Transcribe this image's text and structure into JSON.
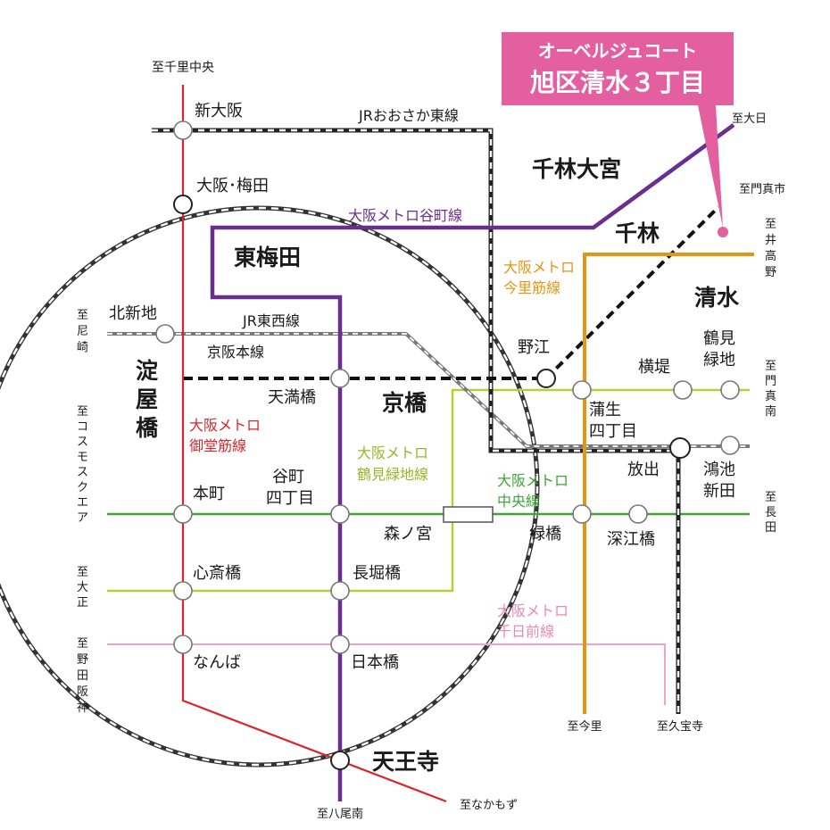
{
  "banner": {
    "line1": "オーベルジュコート",
    "line2": "旭区清水３丁目",
    "color": "#e35f9f"
  },
  "colors": {
    "tanimachi": "#6a2f8c",
    "midosuji": "#d9262b",
    "imazatosuji": "#e69512",
    "nagahori_tsurumi": "#b8cf3a",
    "chuo": "#3fa535",
    "sennichimae": "#f0a3c2",
    "jr": "#333333"
  },
  "lines": {
    "jr_osaka_higashi": "JRおおさか東線",
    "tanimachi": "大阪メトロ谷町線",
    "imazatosuji": [
      "大阪メトロ",
      "今里筋線"
    ],
    "jr_tozai": "JR東西線",
    "keihan": "京阪本線",
    "midosuji": [
      "大阪メトロ",
      "御堂筋線"
    ],
    "nagahori_tsurumi": [
      "大阪メトロ",
      "鶴見緑地線"
    ],
    "chuo": [
      "大阪メトロ",
      "中央線"
    ],
    "sennichimae": [
      "大阪メトロ",
      "千日前線"
    ]
  },
  "stations": {
    "shin_osaka": "新大阪",
    "umeda": "大阪･梅田",
    "higashi_umeda": "東梅田",
    "kitashinchi": "北新地",
    "tenmabashi": "天満橋",
    "kyobashi": "京橋",
    "yodoyabashi": [
      "淀",
      "屋",
      "橋"
    ],
    "honmachi": "本町",
    "tanimachi4": [
      "谷町",
      "四丁目"
    ],
    "morinomiya": "森ノ宮",
    "shinsaibashi": "心斎橋",
    "nagahoribashi": "長堀橋",
    "namba": "なんば",
    "nipponbashi": "日本橋",
    "tennoji": "天王寺",
    "sembayashi_omiya": "千林大宮",
    "sembayashi": "千林",
    "shimizu": "清水",
    "noe": "野江",
    "yokozutsumi": "横堤",
    "tsurumi_ryokuchi": [
      "鶴見",
      "緑地"
    ],
    "gamo4": [
      "蒲生",
      "四丁目"
    ],
    "hanaten": "放出",
    "konoike_shinden": [
      "鴻池",
      "新田"
    ],
    "midoribashi": "緑橋",
    "fukaebashi": "深江橋"
  },
  "destinations": {
    "senri_chuo": "至千里中央",
    "dainichi": "至大日",
    "kadoma_1": "至門真市",
    "igano": [
      "至",
      "井",
      "高",
      "野"
    ],
    "amagasaki": [
      "至",
      "尼",
      "崎"
    ],
    "cosmosquare": [
      "至",
      "コ",
      "ス",
      "モ",
      "ス",
      "ク",
      "エ",
      "ア"
    ],
    "kadoma_2": [
      "至",
      "門",
      "真",
      "南"
    ],
    "nagata": [
      "至",
      "長",
      "田"
    ],
    "taisho": [
      "至",
      "大",
      "正"
    ],
    "noda_hanshin": [
      "至",
      "野",
      "田",
      "阪",
      "神"
    ],
    "imazato": "至今里",
    "kyuhoji": "至久宝寺",
    "yao_minami": "至八尾南",
    "nakamozu": "至なかもず"
  }
}
